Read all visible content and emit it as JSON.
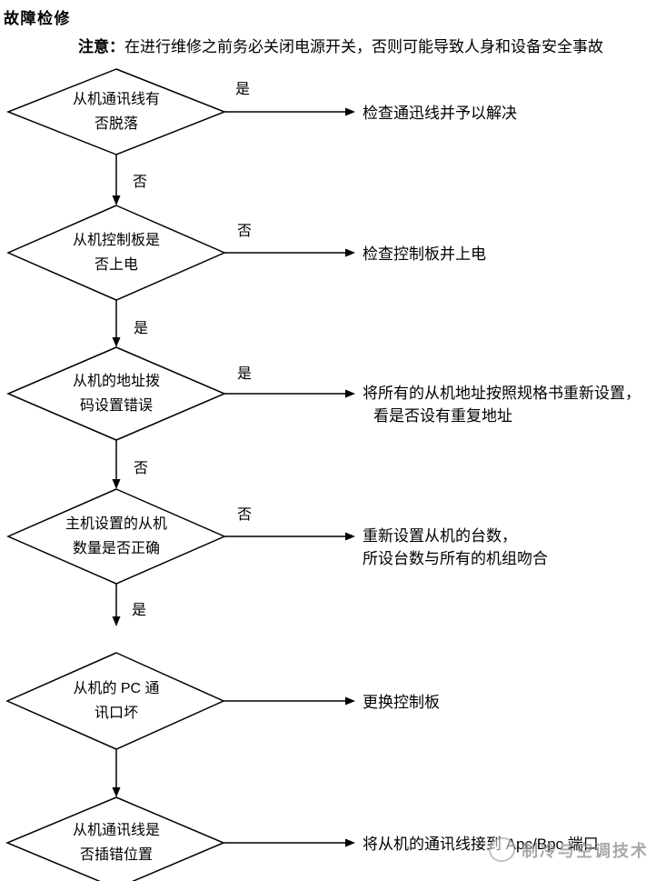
{
  "header": {
    "title": "故障检修",
    "note_label": "注意：",
    "note_text": "在进行维修之前务必关闭电源开关，否则可能导致人身和设备安全事故"
  },
  "flow": {
    "steps": [
      {
        "q1": "从机通讯线有",
        "q2": "否脱落",
        "right_label": "是",
        "down_label": "否",
        "a1": "检查通迅线并予以解决",
        "a2": ""
      },
      {
        "q1": "从机控制板是",
        "q2": "否上电",
        "right_label": "否",
        "down_label": "是",
        "a1": "检查控制板并上电",
        "a2": ""
      },
      {
        "q1": "从机的地址拨",
        "q2": "码设置错误",
        "right_label": "是",
        "down_label": "否",
        "a1": "将所有的从机地址按照规格书重新设置，",
        "a2": "看是否设有重复地址"
      },
      {
        "q1": "主机设置的从机",
        "q2": "数量是否正确",
        "right_label": "否",
        "down_label": "是",
        "a1": "重新设置从机的台数，",
        "a2": "所设台数与所有的机组吻合"
      },
      {
        "q1": "从机的 PC 通",
        "q2": "讯口坏",
        "right_label": "",
        "down_label": "",
        "a1": "更换控制板",
        "a2": ""
      },
      {
        "q1": "从机通讯线是",
        "q2": "否插错位置",
        "right_label": "",
        "down_label": "",
        "a1": "将从机的通讯线接到 Apc/Bpc 端口",
        "a2": ""
      }
    ]
  },
  "watermark": {
    "icon": "snowflake-badge",
    "text": "制冷与空调技术"
  },
  "colors": {
    "line": "#000000",
    "watermark_gray": "#949494",
    "background": "#ffffff"
  }
}
